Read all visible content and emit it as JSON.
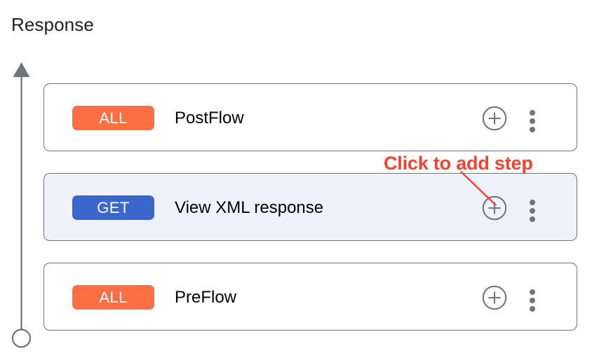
{
  "page": {
    "title": "Response",
    "background_color": "#ffffff"
  },
  "flow_axis": {
    "name": "flow-direction-arrow",
    "direction": "upward",
    "line_color": "#70757a",
    "start_marker": "circle",
    "end_marker": "arrowhead"
  },
  "colors": {
    "badge_all": "#fc6e44",
    "badge_get": "#3b67cd",
    "card_border": "#70757a",
    "card_selected_background": "#edf2fc",
    "icon_gray": "#70757a",
    "annotation_red": "#f4422f",
    "text_primary": "#000000",
    "title_color": "#202124"
  },
  "flow_steps": [
    {
      "badge": "ALL",
      "badge_type": "all",
      "label": "PostFlow",
      "selected": false,
      "add_icon": "plus-circle-icon",
      "menu_icon": "kebab-menu-icon"
    },
    {
      "badge": "GET",
      "badge_type": "get",
      "label": "View XML response",
      "selected": true,
      "add_icon": "plus-circle-icon",
      "menu_icon": "kebab-menu-icon"
    },
    {
      "badge": "ALL",
      "badge_type": "all",
      "label": "PreFlow",
      "selected": false,
      "add_icon": "plus-circle-icon",
      "menu_icon": "kebab-menu-icon"
    }
  ],
  "annotation": {
    "text": "Click to add step",
    "color": "#f4422f",
    "points_to": "add-step-button-row-2"
  }
}
